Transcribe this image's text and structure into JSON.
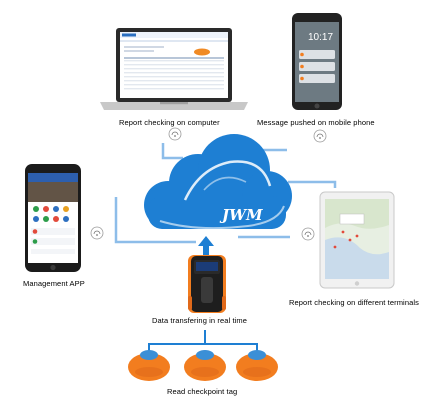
{
  "captions": {
    "report_computer": "Report checking on computer",
    "message_phone": "Message pushed on mobile phone",
    "management_app": "Management APP",
    "report_terminals": "Report checking on different terminals",
    "data_transfer": "Data transfering in real time",
    "read_tag": "Read checkpoint tag"
  },
  "cloud": {
    "brand": "JWM"
  },
  "phone_top": {
    "time": "10:17"
  },
  "colors": {
    "cloud_blue": "#1e7fd3",
    "connector_blue": "#7fb6e8",
    "device_orange": "#f27d1f",
    "tag_blue": "#3b8fd6"
  }
}
